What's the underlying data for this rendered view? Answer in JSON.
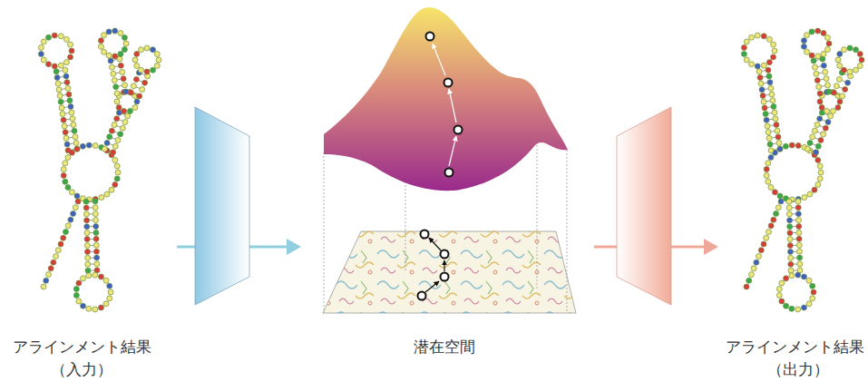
{
  "diagram": {
    "labels": [
      "アラインメント結果",
      "（入力）",
      "潜在空間",
      "アラインメント結果",
      "（出力）"
    ]
  }
}
